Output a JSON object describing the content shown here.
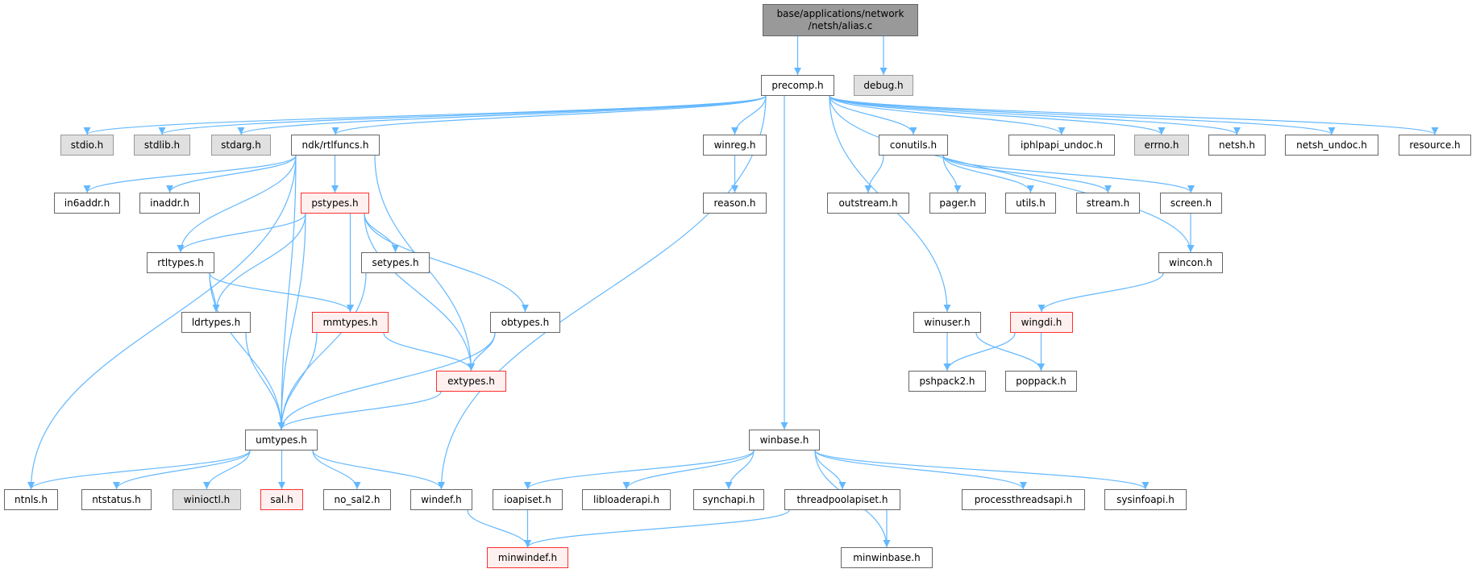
{
  "colors": {
    "edge": "#63b8ff",
    "node_border": "#666666",
    "gray_fill": "#e0e0e0",
    "red_border": "#ff3030",
    "red_fill": "#fff0f0",
    "root_fill": "#999999"
  },
  "nodes": [
    {
      "id": "root",
      "label": "base/applications/network /netsh/alias.c",
      "style": "root"
    },
    {
      "id": "precomp",
      "label": "precomp.h",
      "style": "normal"
    },
    {
      "id": "debug",
      "label": "debug.h",
      "style": "gray"
    },
    {
      "id": "stdio",
      "label": "stdio.h",
      "style": "gray"
    },
    {
      "id": "stdlib",
      "label": "stdlib.h",
      "style": "gray"
    },
    {
      "id": "stdarg",
      "label": "stdarg.h",
      "style": "gray"
    },
    {
      "id": "rtlfuncs",
      "label": "ndk/rtlfuncs.h",
      "style": "normal"
    },
    {
      "id": "winreg",
      "label": "winreg.h",
      "style": "normal"
    },
    {
      "id": "conutils",
      "label": "conutils.h",
      "style": "normal"
    },
    {
      "id": "iphlpapi",
      "label": "iphlpapi_undoc.h",
      "style": "normal"
    },
    {
      "id": "errno",
      "label": "errno.h",
      "style": "gray"
    },
    {
      "id": "netsh",
      "label": "netsh.h",
      "style": "normal"
    },
    {
      "id": "netshundoc",
      "label": "netsh_undoc.h",
      "style": "normal"
    },
    {
      "id": "resource",
      "label": "resource.h",
      "style": "normal"
    },
    {
      "id": "in6addr",
      "label": "in6addr.h",
      "style": "normal"
    },
    {
      "id": "inaddr",
      "label": "inaddr.h",
      "style": "normal"
    },
    {
      "id": "pstypes",
      "label": "pstypes.h",
      "style": "red"
    },
    {
      "id": "reason",
      "label": "reason.h",
      "style": "normal"
    },
    {
      "id": "outstream",
      "label": "outstream.h",
      "style": "normal"
    },
    {
      "id": "pager",
      "label": "pager.h",
      "style": "normal"
    },
    {
      "id": "utils",
      "label": "utils.h",
      "style": "normal"
    },
    {
      "id": "stream",
      "label": "stream.h",
      "style": "normal"
    },
    {
      "id": "screen",
      "label": "screen.h",
      "style": "normal"
    },
    {
      "id": "rtltypes",
      "label": "rtltypes.h",
      "style": "normal"
    },
    {
      "id": "setypes",
      "label": "setypes.h",
      "style": "normal"
    },
    {
      "id": "wincon",
      "label": "wincon.h",
      "style": "normal"
    },
    {
      "id": "ldrtypes",
      "label": "ldrtypes.h",
      "style": "normal"
    },
    {
      "id": "mmtypes",
      "label": "mmtypes.h",
      "style": "red"
    },
    {
      "id": "obtypes",
      "label": "obtypes.h",
      "style": "normal"
    },
    {
      "id": "winuser",
      "label": "winuser.h",
      "style": "normal"
    },
    {
      "id": "wingdi",
      "label": "wingdi.h",
      "style": "red"
    },
    {
      "id": "extypes",
      "label": "extypes.h",
      "style": "red"
    },
    {
      "id": "pshpack2",
      "label": "pshpack2.h",
      "style": "normal"
    },
    {
      "id": "poppack",
      "label": "poppack.h",
      "style": "normal"
    },
    {
      "id": "umtypes",
      "label": "umtypes.h",
      "style": "normal"
    },
    {
      "id": "winbase",
      "label": "winbase.h",
      "style": "normal"
    },
    {
      "id": "ntnls",
      "label": "ntnls.h",
      "style": "normal"
    },
    {
      "id": "ntstatus",
      "label": "ntstatus.h",
      "style": "normal"
    },
    {
      "id": "winioctl",
      "label": "winioctl.h",
      "style": "gray"
    },
    {
      "id": "sal",
      "label": "sal.h",
      "style": "red"
    },
    {
      "id": "nosal2",
      "label": "no_sal2.h",
      "style": "normal"
    },
    {
      "id": "windef",
      "label": "windef.h",
      "style": "normal"
    },
    {
      "id": "ioapiset",
      "label": "ioapiset.h",
      "style": "normal"
    },
    {
      "id": "libloaderapi",
      "label": "libloaderapi.h",
      "style": "normal"
    },
    {
      "id": "synchapi",
      "label": "synchapi.h",
      "style": "normal"
    },
    {
      "id": "threadpoolapiset",
      "label": "threadpoolapiset.h",
      "style": "normal"
    },
    {
      "id": "processthreadsapi",
      "label": "processthreadsapi.h",
      "style": "normal"
    },
    {
      "id": "sysinfoapi",
      "label": "sysinfoapi.h",
      "style": "normal"
    },
    {
      "id": "minwindef",
      "label": "minwindef.h",
      "style": "red"
    },
    {
      "id": "minwinbase",
      "label": "minwinbase.h",
      "style": "normal"
    }
  ],
  "edges": [
    [
      "root",
      "precomp"
    ],
    [
      "root",
      "debug"
    ],
    [
      "precomp",
      "stdio"
    ],
    [
      "precomp",
      "stdlib"
    ],
    [
      "precomp",
      "stdarg"
    ],
    [
      "precomp",
      "rtlfuncs"
    ],
    [
      "precomp",
      "winreg"
    ],
    [
      "precomp",
      "conutils"
    ],
    [
      "precomp",
      "iphlpapi"
    ],
    [
      "precomp",
      "errno"
    ],
    [
      "precomp",
      "netsh"
    ],
    [
      "precomp",
      "netshundoc"
    ],
    [
      "precomp",
      "resource"
    ],
    [
      "precomp",
      "wincon"
    ],
    [
      "precomp",
      "winuser"
    ],
    [
      "precomp",
      "winbase"
    ],
    [
      "precomp",
      "windef"
    ],
    [
      "rtlfuncs",
      "ntnls"
    ],
    [
      "rtlfuncs",
      "in6addr"
    ],
    [
      "rtlfuncs",
      "inaddr"
    ],
    [
      "rtlfuncs",
      "pstypes"
    ],
    [
      "rtlfuncs",
      "rtltypes"
    ],
    [
      "rtlfuncs",
      "umtypes"
    ],
    [
      "rtlfuncs",
      "extypes"
    ],
    [
      "pstypes",
      "rtltypes"
    ],
    [
      "pstypes",
      "ldrtypes"
    ],
    [
      "pstypes",
      "umtypes"
    ],
    [
      "pstypes",
      "mmtypes"
    ],
    [
      "pstypes",
      "setypes"
    ],
    [
      "pstypes",
      "extypes"
    ],
    [
      "pstypes",
      "obtypes"
    ],
    [
      "rtltypes",
      "ldrtypes"
    ],
    [
      "rtltypes",
      "mmtypes"
    ],
    [
      "rtltypes",
      "umtypes"
    ],
    [
      "setypes",
      "umtypes"
    ],
    [
      "ldrtypes",
      "umtypes"
    ],
    [
      "mmtypes",
      "umtypes"
    ],
    [
      "mmtypes",
      "extypes"
    ],
    [
      "obtypes",
      "extypes"
    ],
    [
      "obtypes",
      "umtypes"
    ],
    [
      "extypes",
      "umtypes"
    ],
    [
      "umtypes",
      "ntnls"
    ],
    [
      "umtypes",
      "ntstatus"
    ],
    [
      "umtypes",
      "winioctl"
    ],
    [
      "umtypes",
      "sal"
    ],
    [
      "umtypes",
      "nosal2"
    ],
    [
      "umtypes",
      "windef"
    ],
    [
      "windef",
      "minwindef"
    ],
    [
      "ioapiset",
      "minwindef"
    ],
    [
      "threadpoolapiset",
      "minwindef"
    ],
    [
      "threadpoolapiset",
      "minwinbase"
    ],
    [
      "winreg",
      "reason"
    ],
    [
      "conutils",
      "outstream"
    ],
    [
      "conutils",
      "pager"
    ],
    [
      "conutils",
      "utils"
    ],
    [
      "conutils",
      "stream"
    ],
    [
      "conutils",
      "screen"
    ],
    [
      "screen",
      "wincon"
    ],
    [
      "wincon",
      "wingdi"
    ],
    [
      "winuser",
      "pshpack2"
    ],
    [
      "winuser",
      "poppack"
    ],
    [
      "wingdi",
      "pshpack2"
    ],
    [
      "wingdi",
      "poppack"
    ],
    [
      "winbase",
      "ioapiset"
    ],
    [
      "winbase",
      "libloaderapi"
    ],
    [
      "winbase",
      "synchapi"
    ],
    [
      "winbase",
      "threadpoolapiset"
    ],
    [
      "winbase",
      "processthreadsapi"
    ],
    [
      "winbase",
      "sysinfoapi"
    ],
    [
      "winbase",
      "minwinbase"
    ]
  ]
}
